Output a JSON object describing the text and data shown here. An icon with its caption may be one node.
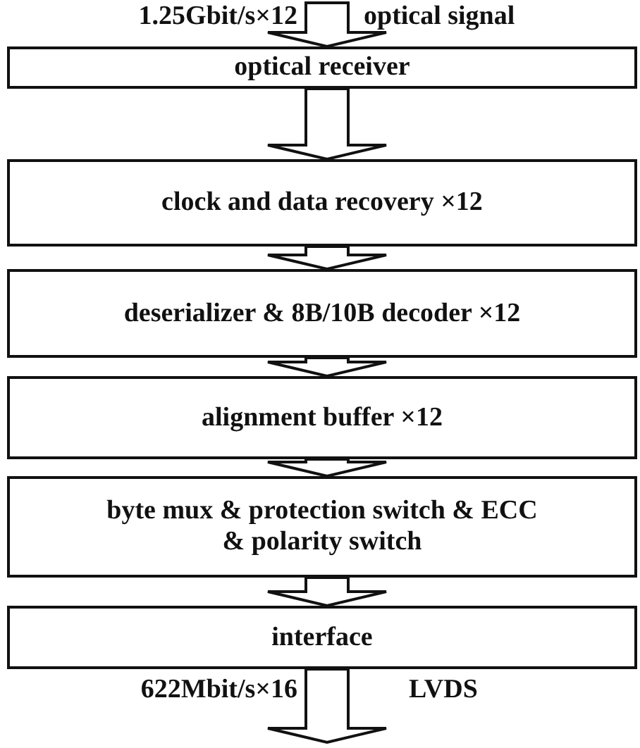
{
  "diagram": {
    "nodes": [
      {
        "text": [
          "optical receiver"
        ]
      },
      {
        "text": [
          "clock and data recovery ×12"
        ]
      },
      {
        "text": [
          "deserializer & 8B/10B decoder ×12"
        ]
      },
      {
        "text": [
          "alignment buffer ×12"
        ]
      },
      {
        "text": [
          "byte mux & protection switch & ECC & polarity switch"
        ]
      },
      {
        "text": [
          "interface"
        ]
      }
    ],
    "edges": [
      {
        "from": null,
        "to": 0,
        "arrow": "to"
      },
      {
        "from": 0,
        "to": 1,
        "arrow": "to"
      },
      {
        "from": 1,
        "to": 2,
        "arrow": "to"
      },
      {
        "from": 2,
        "to": 3,
        "arrow": "to"
      },
      {
        "from": 3,
        "to": 4,
        "arrow": "to"
      },
      {
        "from": 4,
        "to": 5,
        "arrow": "to"
      },
      {
        "from": 5,
        "to": null,
        "arrow": "to"
      }
    ],
    "labels": [
      "1.25Gbit/s×12",
      "optical signal",
      "622Mbit/s×16",
      "LVDS"
    ]
  }
}
